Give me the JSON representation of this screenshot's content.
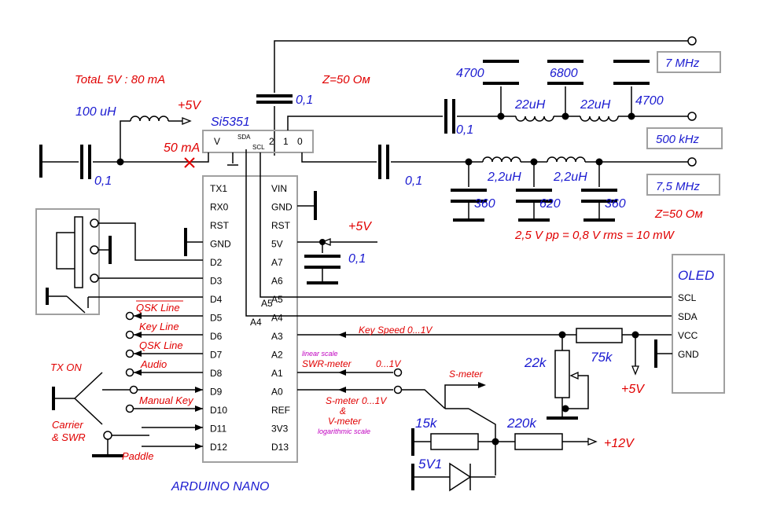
{
  "colors": {
    "label_red": "#e00000",
    "label_blue": "#1a1ad0",
    "label_magenta": "#c000c0",
    "box_gray": "#a0a0a0"
  },
  "header": {
    "total_current": "TotaL 5V : 80 mA",
    "z_top": "Z=50 Ом",
    "z_right": "Z=50 Ом",
    "power_line": "2,5 V pp = 0,8 V rms = 10 mW"
  },
  "supply": {
    "inductor": "100 uH",
    "plus5": "+5V",
    "current": "50 mA",
    "cap_left": "0,1",
    "cap_top": "0,1"
  },
  "si5351": {
    "title": "Si5351",
    "pins": {
      "v": "V",
      "sda": "SDA",
      "scl": "SCL",
      "p2": "2",
      "p1": "1",
      "p0": "0"
    }
  },
  "filter_7mhz": {
    "cap_series": "0,1",
    "c1": "4700",
    "c2": "6800",
    "c3": "4700",
    "l1": "22uH",
    "l2": "22uH",
    "out_500k": "500 kHz",
    "out_7m": "7 MHz"
  },
  "filter_75mhz": {
    "cap_series": "0,1",
    "l1": "2,2uH",
    "l2": "2,2uH",
    "c1": "360",
    "c2": "620",
    "c3": "360",
    "out": "7,5 MHz"
  },
  "arduino": {
    "title": "ARDUINO  NANO",
    "left_pins": [
      "TX1",
      "RX0",
      "RST",
      "GND",
      "D2",
      "D3",
      "D4",
      "D5",
      "D6",
      "D7",
      "D8",
      "D9",
      "D10",
      "D11",
      "D12"
    ],
    "right_pins": [
      "VIN",
      "GND",
      "RST",
      "5V",
      "A7",
      "A6",
      "A5",
      "A4",
      "A3",
      "A2",
      "A1",
      "A0",
      "REF",
      "3V3",
      "D13"
    ],
    "plus5": "+5V",
    "cap": "0,1"
  },
  "signals": {
    "qsk1": "QSK Line",
    "key_line": "Key Line",
    "qsk2": "QSK Line",
    "audio": "Audio",
    "manual_key": "Manual Key",
    "tx_on": "TX ON",
    "carrier": "Carrier",
    "swr": "& SWR",
    "paddle": "Paddle"
  },
  "analog": {
    "key_speed": "Key Speed  0...1V",
    "linear_scale": "linear scale",
    "swr_meter": "SWR-meter",
    "swr_range": "0...1V",
    "s_meter_top": "S-meter",
    "s_meter_range": "S-meter  0...1V",
    "amp": "&",
    "v_meter": "V-meter",
    "log_scale": "logarithmic scale"
  },
  "oled": {
    "title": "OLED",
    "pins": [
      "SCL",
      "SDA",
      "VCC",
      "GND"
    ]
  },
  "components": {
    "r22k": "22k",
    "r75k": "75k",
    "plus5": "+5V",
    "r15k": "15k",
    "r220k": "220k",
    "plus12": "+12V",
    "zener": "5V1"
  }
}
